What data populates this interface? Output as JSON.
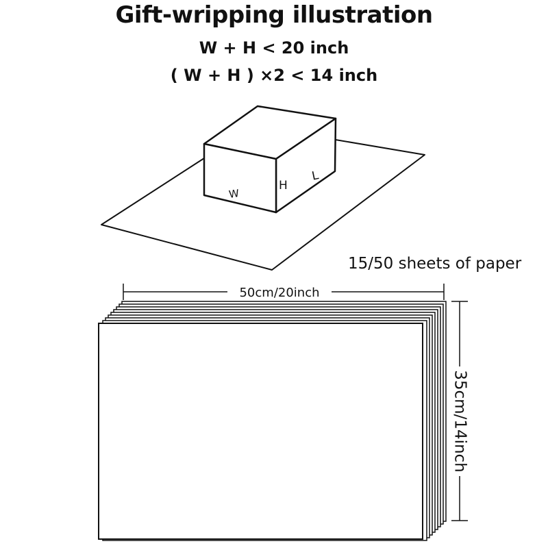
{
  "title": "Gift-wripping illustration",
  "formula_1": "W + H < 20 inch",
  "formula_2": "( W + H ) ×2 < 14 inch",
  "box_labels": {
    "w": "W",
    "h": "H",
    "l": "L"
  },
  "sheets_label": "15/50  sheets of paper",
  "width_dimension": "50cm/20inch",
  "height_dimension": "35cm/14inch"
}
